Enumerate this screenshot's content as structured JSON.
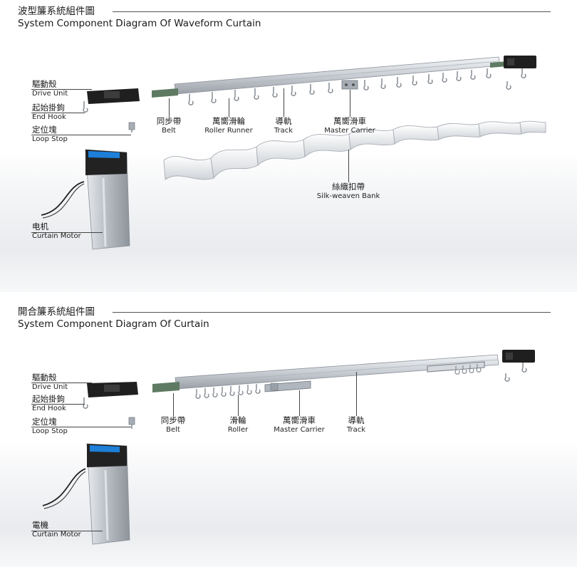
{
  "section1": {
    "title_zh": "波型簾系統組件圖",
    "title_en": "System Component Diagram Of Waveform Curtain",
    "labels": {
      "drive_unit": {
        "zh": "驅動殼",
        "en": "Drive Unit"
      },
      "end_hook": {
        "zh": "起始掛鉤",
        "en": "End Hook"
      },
      "loop_stop": {
        "zh": "定位塊",
        "en": "Loop Stop"
      },
      "curtain_motor": {
        "zh": "电机",
        "en": "Curtain Motor"
      },
      "belt": {
        "zh": "同步帶",
        "en": "Belt"
      },
      "roller_runner": {
        "zh": "萬嚮滑輪",
        "en": "Roller Runner"
      },
      "track": {
        "zh": "導軌",
        "en": "Track"
      },
      "master_carrier": {
        "zh": "萬嚮滑車",
        "en": "Master Carrier"
      },
      "silk_band": {
        "zh": "絲織扣帶",
        "en": "Silk-weaven Bank"
      }
    }
  },
  "section2": {
    "title_zh": "開合簾系統組件圖",
    "title_en": "System Component Diagram  Of  Curtain",
    "labels": {
      "drive_unit": {
        "zh": "驅動殼",
        "en": "Drive Unit"
      },
      "end_hook": {
        "zh": "起始掛鉤",
        "en": "End Hook"
      },
      "loop_stop": {
        "zh": "定位塊",
        "en": "Loop Stop"
      },
      "curtain_motor": {
        "zh": "電機",
        "en": "Curtain Motor"
      },
      "belt": {
        "zh": "同步帶",
        "en": "Belt"
      },
      "roller": {
        "zh": "滑輪",
        "en": "Roller"
      },
      "master_carrier": {
        "zh": "萬嚮滑車",
        "en": "Master Carrier"
      },
      "track": {
        "zh": "導軌",
        "en": "Track"
      }
    }
  },
  "colors": {
    "motor_screen": "#1d7fd8",
    "drive_housing": "#1f1f1f",
    "rail_silver": "#c9ced4",
    "belt_green": "#5f7a62"
  }
}
